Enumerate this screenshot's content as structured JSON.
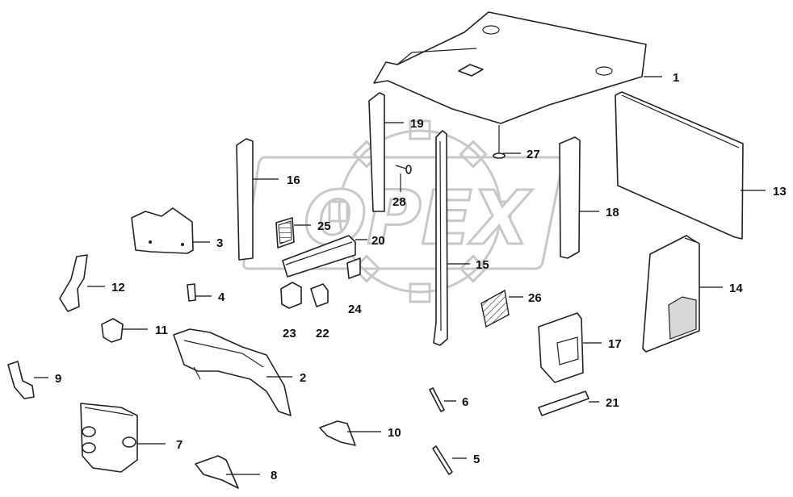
{
  "watermark": {
    "text": "OPEX"
  },
  "callouts": {
    "c1": "1",
    "c2": "2",
    "c3": "3",
    "c4": "4",
    "c5": "5",
    "c6": "6",
    "c7": "7",
    "c8": "8",
    "c9": "9",
    "c10": "10",
    "c11": "11",
    "c12": "12",
    "c13": "13",
    "c14": "14",
    "c15": "15",
    "c16": "16",
    "c17": "17",
    "c18": "18",
    "c19": "19",
    "c20": "20",
    "c21": "21",
    "c22": "22",
    "c23": "23",
    "c24": "24",
    "c25": "25",
    "c26": "26",
    "c27": "27",
    "c28": "28"
  }
}
